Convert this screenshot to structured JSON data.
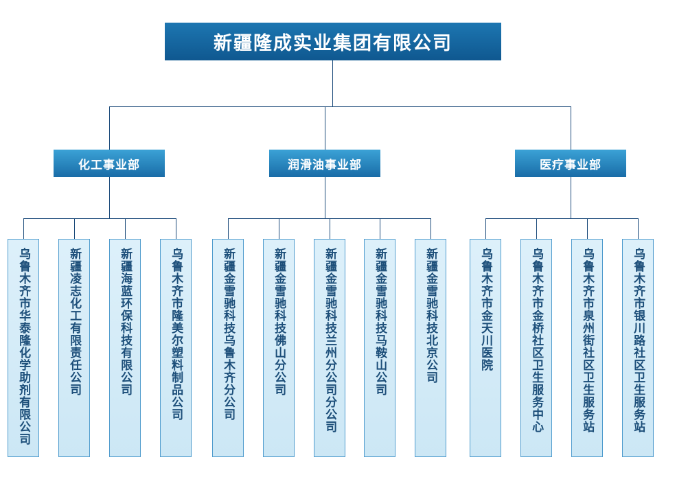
{
  "root": {
    "title": "新疆隆成实业集团有限公司"
  },
  "departments": [
    {
      "label": "化工事业部",
      "children": [
        "乌鲁木齐市华泰隆化学助剂有限公司",
        "新疆凌志化工有限责任公司",
        "新疆海蓝环保科技有限公司",
        "乌鲁木齐市隆美尔塑料制品公司"
      ]
    },
    {
      "label": "润滑油事业部",
      "children": [
        "新疆金雪驰科技乌鲁木齐分公司",
        "新疆金雪驰科技佛山分公司",
        "新疆金雪驰科技兰州分公司分公司",
        "新疆金雪驰科技马鞍山公司",
        "新疆金雪驰科技北京公司"
      ]
    },
    {
      "label": "医疗事业部",
      "children": [
        "乌鲁木齐市金天川医院",
        "乌鲁木齐市金桥社区卫生服务中心",
        "乌鲁木齐市泉州街社区卫生服务站",
        "乌鲁木齐市银川路社区卫生服务站"
      ]
    }
  ],
  "colors": {
    "root_box": "#0f5890",
    "dept_box": "#2a8fc4",
    "child_box_bg": "#d5ebf7",
    "child_box_border": "#4e9bcd",
    "connector_line": "#1b4a7a",
    "child_text": "#1c4e79"
  }
}
